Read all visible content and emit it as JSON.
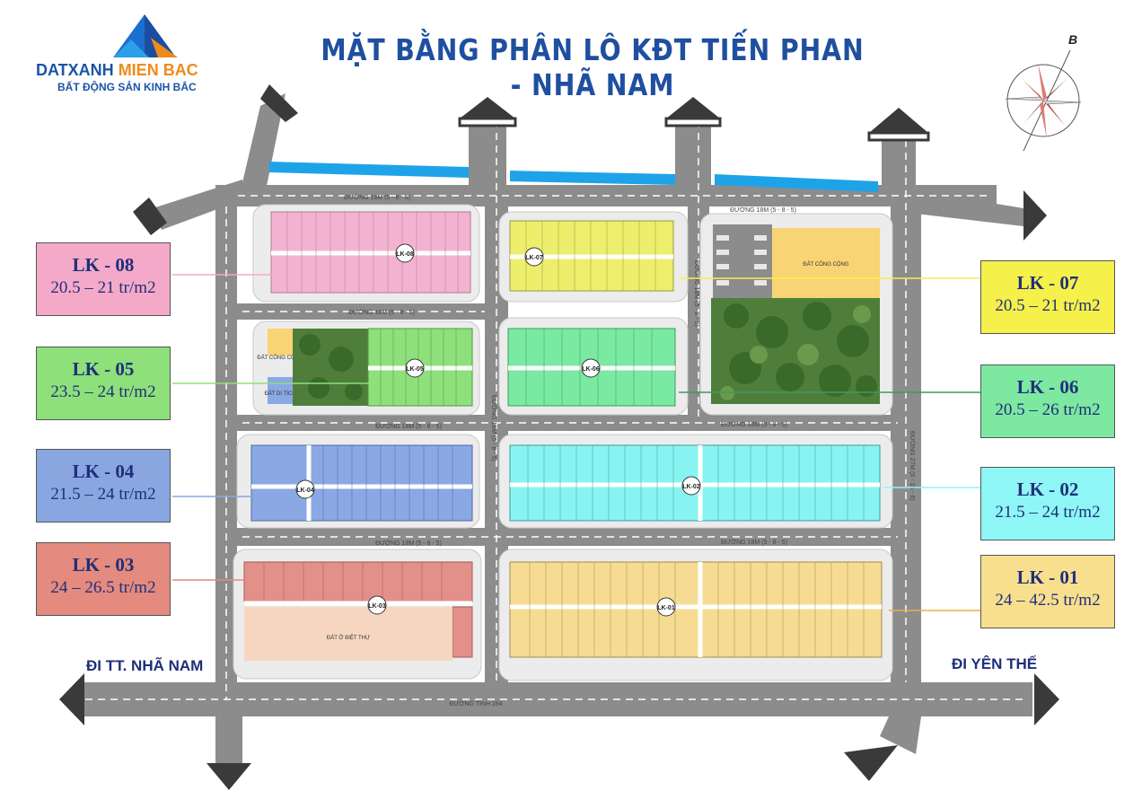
{
  "header": {
    "title": "MẶT BẰNG PHÂN LÔ KĐT TIẾN PHAN - NHÃ NAM",
    "logo_main_a": "DATXANH",
    "logo_main_b": "MIEN BAC",
    "logo_sub": "BẤT ĐỘNG SẢN KINH BẮC"
  },
  "compass": {
    "label": "B"
  },
  "directions": {
    "left": "ĐI TT. NHÃ NAM",
    "right": "ĐI YÊN THẾ"
  },
  "roads": {
    "r18_top_left": "ĐƯỜNG 18M (5 - 8 - 5)",
    "r18_top_right": "ĐƯỜNG 18M (5 - 8 - 5)",
    "r18_row2_left": "ĐƯỜNG 18M (5 - 8 - 5)",
    "r18_row3_left": "ĐƯỜNG 18M (5 - 8 - 5)",
    "r18_row3_right": "ĐƯỜNG 18M (5 - 8 - 5)",
    "r18_row4_left": "ĐƯỜNG 18M (5 - 8 - 5)",
    "r18_row4_right": "ĐƯỜNG 18M (5 - 8 - 5)",
    "r18_vertical_mid": "ĐƯỜNG 18M (5 - 8 - 5)",
    "r18_vertical_right": "ĐƯỜNG 18M (5 - 8 - 5)",
    "r27_vertical": "ĐƯỜNG 27M (6 - 15 - 6)",
    "provincial": "ĐƯỜNG TỈNH 284"
  },
  "lots": {
    "lk08": "LK-08",
    "lk07": "LK-07",
    "lk05": "LK-05",
    "lk06": "LK-06",
    "lk04": "LK-04",
    "lk02": "LK-02",
    "lk03": "LK-03",
    "lk01": "LK-01"
  },
  "facilities": {
    "public1": "ĐẤT CÔNG CỘNG",
    "public2": "ĐẤT CÔNG CỘNG",
    "relic": "ĐẤT DI TÍCH",
    "villa": "ĐẤT Ở BIỆT THỰ"
  },
  "labels": [
    {
      "name": "LK - 08",
      "price": "20.5 – 21 tr/m2",
      "color": "#f4a9c8"
    },
    {
      "name": "LK - 05",
      "price": "23.5 – 24 tr/m2",
      "color": "#8de07a"
    },
    {
      "name": "LK - 04",
      "price": "21.5 – 24 tr/m2",
      "color": "#8aa6e0"
    },
    {
      "name": "LK - 03",
      "price": "24 – 26.5 tr/m2",
      "color": "#e48a7e"
    },
    {
      "name": "LK - 07",
      "price": "20.5 – 21 tr/m2",
      "color": "#f6f04a"
    },
    {
      "name": "LK - 06",
      "price": "20.5 – 26 tr/m2",
      "color": "#7ce8a0"
    },
    {
      "name": "LK - 02",
      "price": "21.5 – 24 tr/m2",
      "color": "#8ef6f4"
    },
    {
      "name": "LK - 01",
      "price": "24 – 42.5 tr/m2",
      "color": "#f8df8e"
    }
  ],
  "colors": {
    "road": "#8c8c8c",
    "water": "#1fa3e8",
    "lk08": "#f3b3d0",
    "lk07": "#ecee6c",
    "lk05": "#8ee07c",
    "lk06": "#7ae9a1",
    "lk04": "#8aa8e4",
    "lk02": "#87f4f2",
    "lk03": "#e3908a",
    "lk01": "#f6dc93"
  }
}
